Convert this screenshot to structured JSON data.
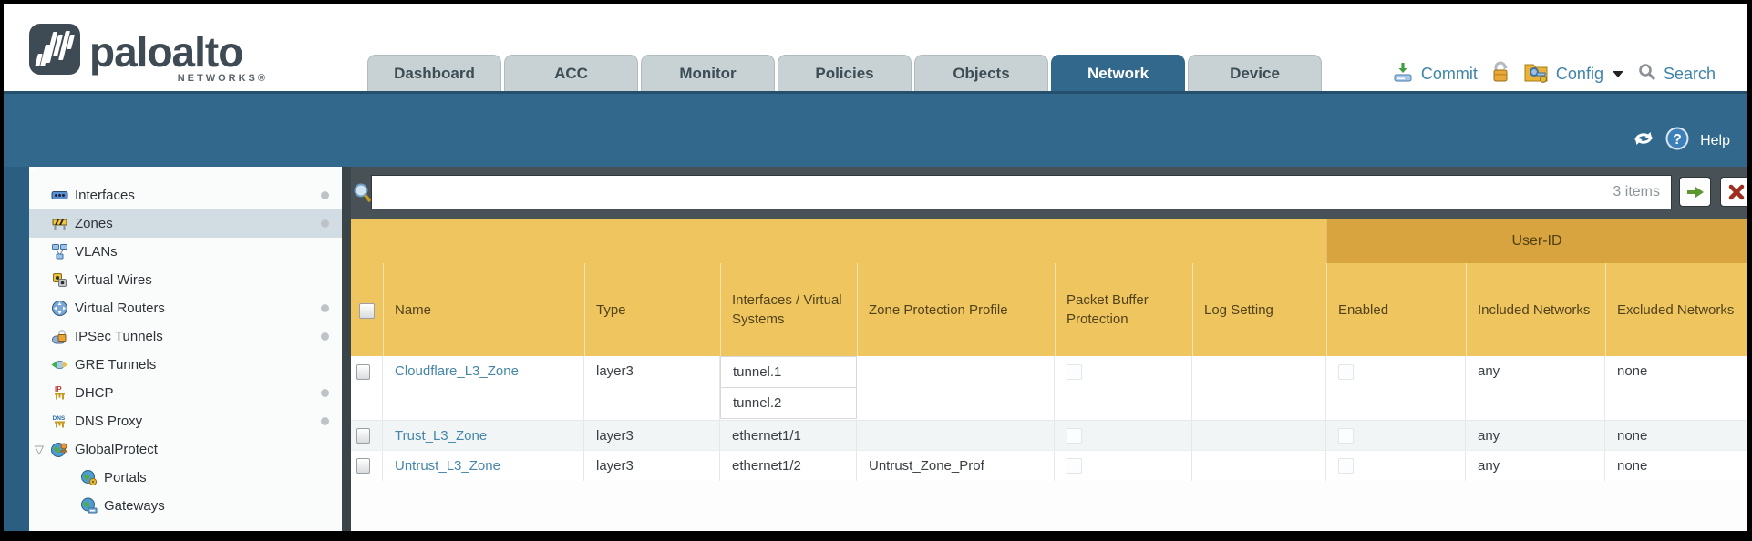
{
  "brand": {
    "name": "paloalto",
    "sub": "NETWORKS®"
  },
  "tabs": [
    {
      "label": "Dashboard"
    },
    {
      "label": "ACC"
    },
    {
      "label": "Monitor"
    },
    {
      "label": "Policies"
    },
    {
      "label": "Objects"
    },
    {
      "label": "Network"
    },
    {
      "label": "Device"
    }
  ],
  "actions": {
    "commit": "Commit",
    "config": "Config",
    "search": "Search",
    "help": "Help"
  },
  "search": {
    "value": "",
    "count": "3 items"
  },
  "sidebar": {
    "items": [
      {
        "label": "Interfaces"
      },
      {
        "label": "Zones"
      },
      {
        "label": "VLANs"
      },
      {
        "label": "Virtual Wires"
      },
      {
        "label": "Virtual Routers"
      },
      {
        "label": "IPSec Tunnels"
      },
      {
        "label": "GRE Tunnels"
      },
      {
        "label": "DHCP"
      },
      {
        "label": "DNS Proxy"
      },
      {
        "label": "GlobalProtect"
      },
      {
        "label": "Portals"
      },
      {
        "label": "Gateways"
      }
    ]
  },
  "table": {
    "group_header": "User-ID",
    "headers": {
      "name": "Name",
      "type": "Type",
      "interfaces": "Interfaces / Virtual Systems",
      "zone_protection_profile": "Zone Protection Profile",
      "packet_buffer_protection": "Packet Buffer Protection",
      "log_setting": "Log Setting",
      "enabled": "Enabled",
      "included_networks": "Included Networks",
      "excluded_networks": "Excluded Networks"
    },
    "rows": [
      {
        "name": "Cloudflare_L3_Zone",
        "type": "layer3",
        "interfaces": [
          "tunnel.1",
          "tunnel.2"
        ],
        "zone_protection_profile": "",
        "log_setting": "",
        "included_networks": "any",
        "excluded_networks": "none"
      },
      {
        "name": "Trust_L3_Zone",
        "type": "layer3",
        "interfaces": [
          "ethernet1/1"
        ],
        "zone_protection_profile": "",
        "log_setting": "",
        "included_networks": "any",
        "excluded_networks": "none"
      },
      {
        "name": "Untrust_L3_Zone",
        "type": "layer3",
        "interfaces": [
          "ethernet1/2"
        ],
        "zone_protection_profile": "Untrust_Zone_Prof",
        "log_setting": "",
        "included_networks": "any",
        "excluded_networks": "none"
      }
    ]
  }
}
